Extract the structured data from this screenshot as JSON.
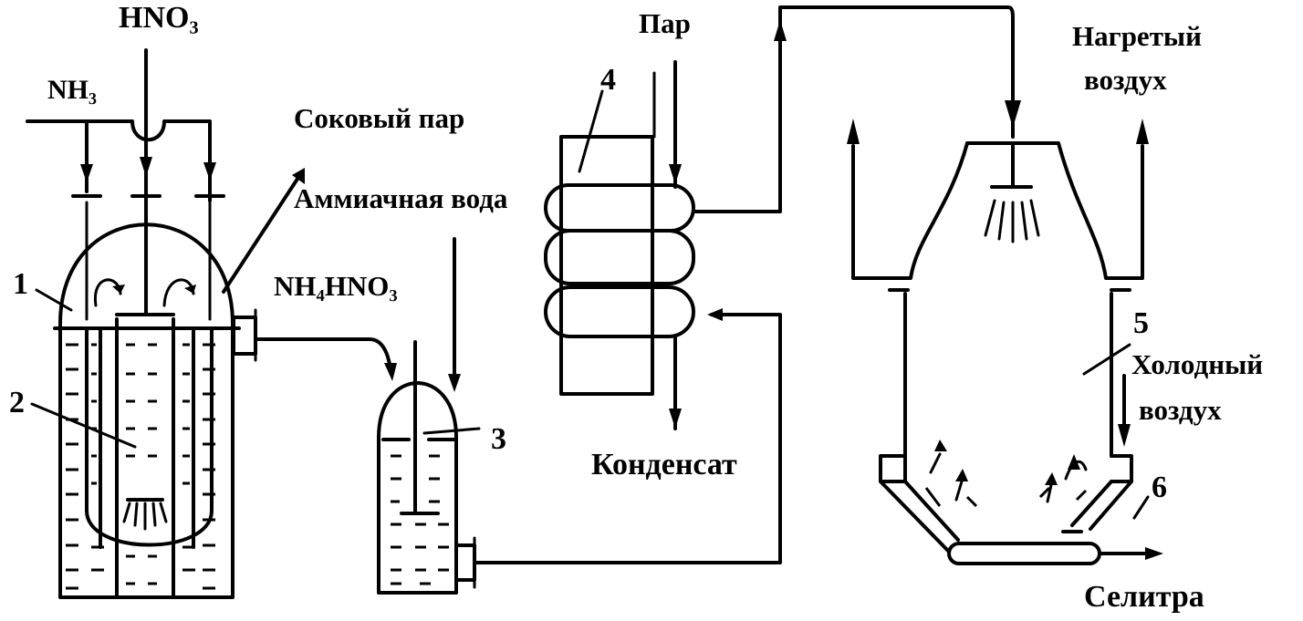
{
  "labels": {
    "hno3": "HNO₃",
    "nh3": "NH₃",
    "juice_steam": "Соковый пар",
    "ammonia_water": "Аммиачная вода",
    "nh4no3": "NH₄HNO₃",
    "steam": "Пар",
    "condensate": "Конденсат",
    "heated_air": "Нагретый",
    "heated_air2": "воздух",
    "cold_air": "Холодный",
    "cold_air2": "воздух",
    "saltpeter": "Селитра"
  },
  "numbers": {
    "n1": "1",
    "n2": "2",
    "n3": "3",
    "n4": "4",
    "n5": "5",
    "n6": "6"
  }
}
